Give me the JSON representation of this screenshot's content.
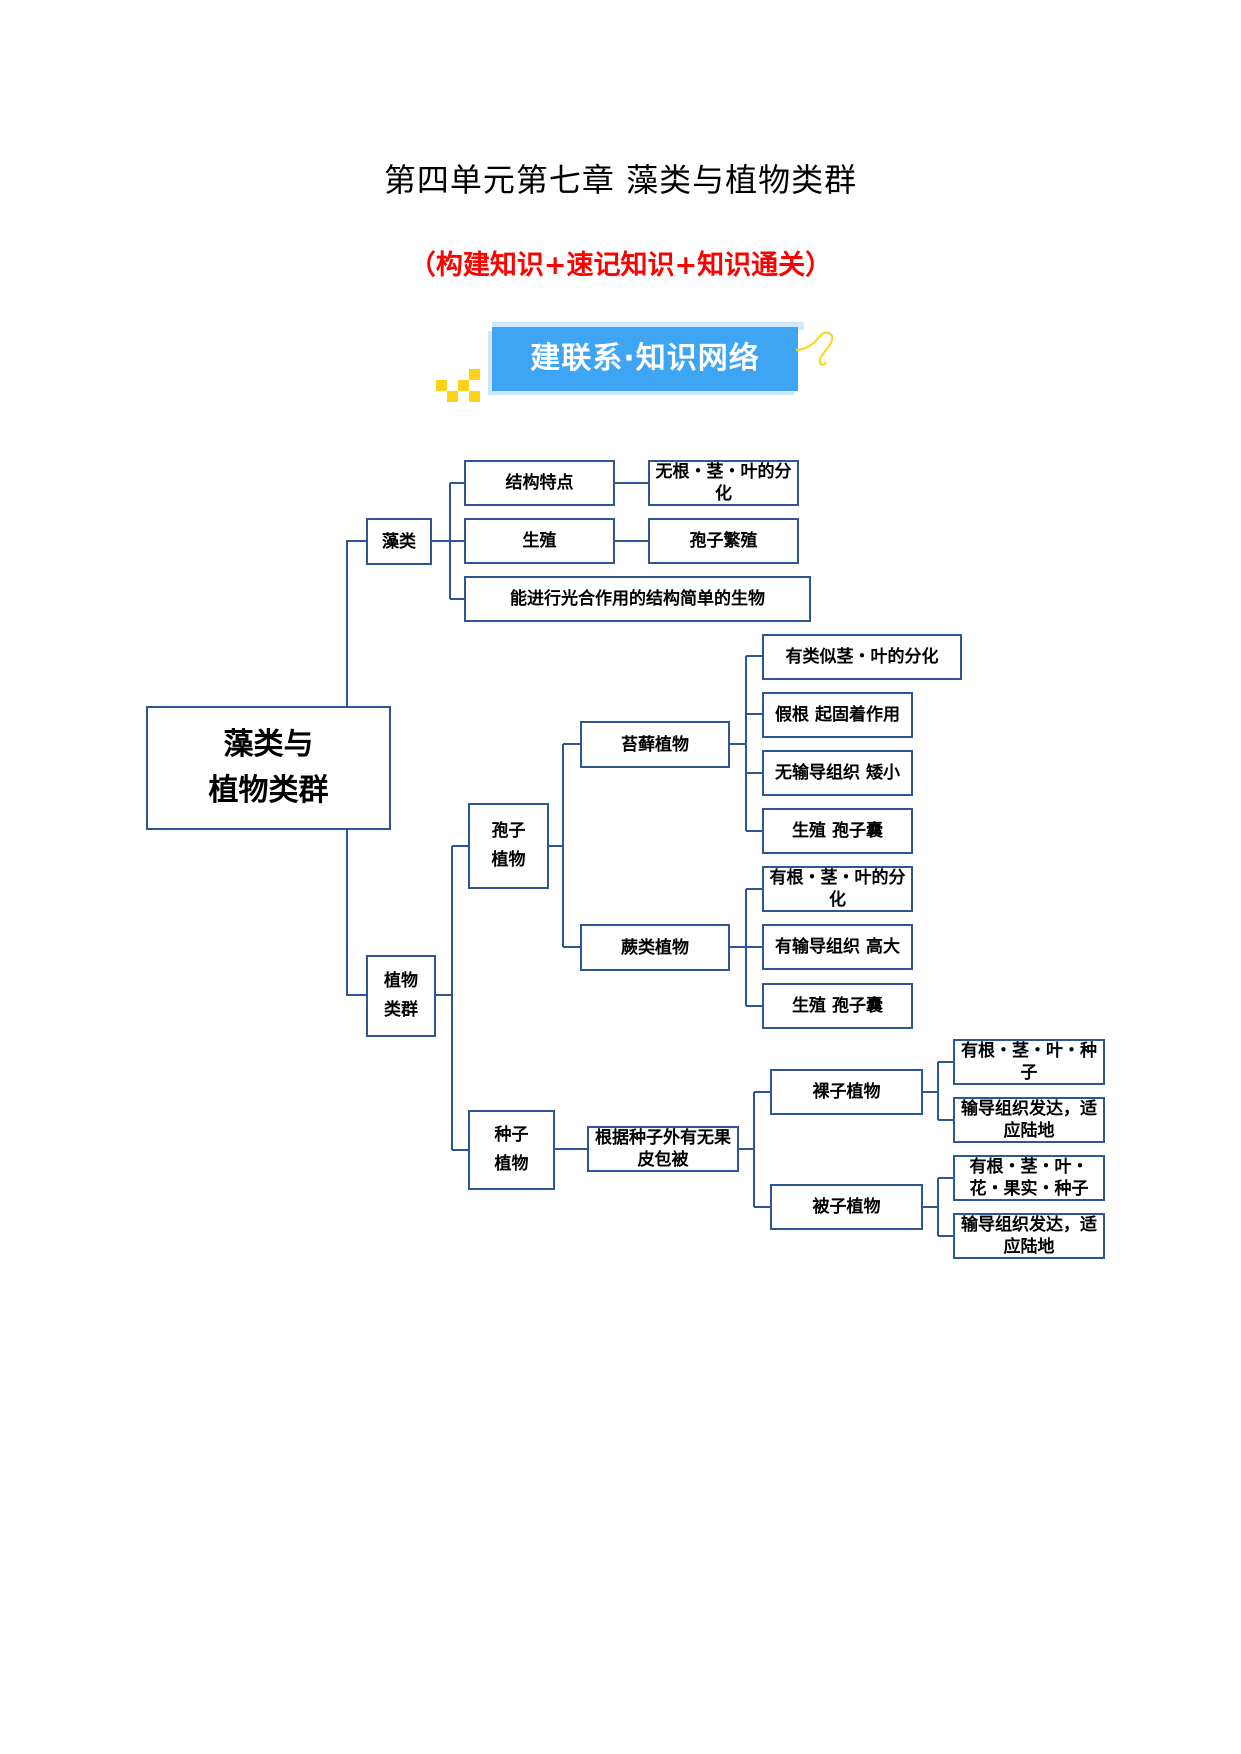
{
  "header": {
    "title": "第四单元第七章  藻类与植物类群",
    "subtitle": "（构建知识+速记知识+知识通关）",
    "banner": "建联系·知识网络"
  },
  "mindmap": {
    "root": "藻类与\n植物类群",
    "algae": {
      "label": "藻类",
      "structure": "结构特点",
      "structure_detail": "无根・茎・叶的分化",
      "reproduction": "生殖",
      "reproduction_detail": "孢子繁殖",
      "definition": "能进行光合作用的结构简单的生物"
    },
    "plants": {
      "label": "植物\n类群",
      "spore_plants": {
        "label": "孢子\n植物",
        "moss": {
          "label": "苔藓植物",
          "items": [
            "有类似茎・叶的分化",
            "假根 起固着作用",
            "无输导组织 矮小",
            "生殖 孢子囊"
          ]
        },
        "fern": {
          "label": "蕨类植物",
          "items": [
            "有根・茎・叶的分化",
            "有输导组织 高大",
            "生殖 孢子囊"
          ]
        }
      },
      "seed_plants": {
        "label": "种子\n植物",
        "criterion": "根据种子外有无果皮包被",
        "gymnosperm": {
          "label": "裸子植物",
          "items": [
            "有根・茎・叶・种子",
            "输导组织发达，适应陆地"
          ]
        },
        "angiosperm": {
          "label": "被子植物",
          "items": [
            "有根・茎・叶・花・果实・种子",
            "输导组织发达，适应陆地"
          ]
        }
      }
    }
  },
  "colors": {
    "border": "#2f5597",
    "banner": "#3da5f4",
    "accent": "#ffd21a",
    "subtitle": "#ff0000"
  }
}
